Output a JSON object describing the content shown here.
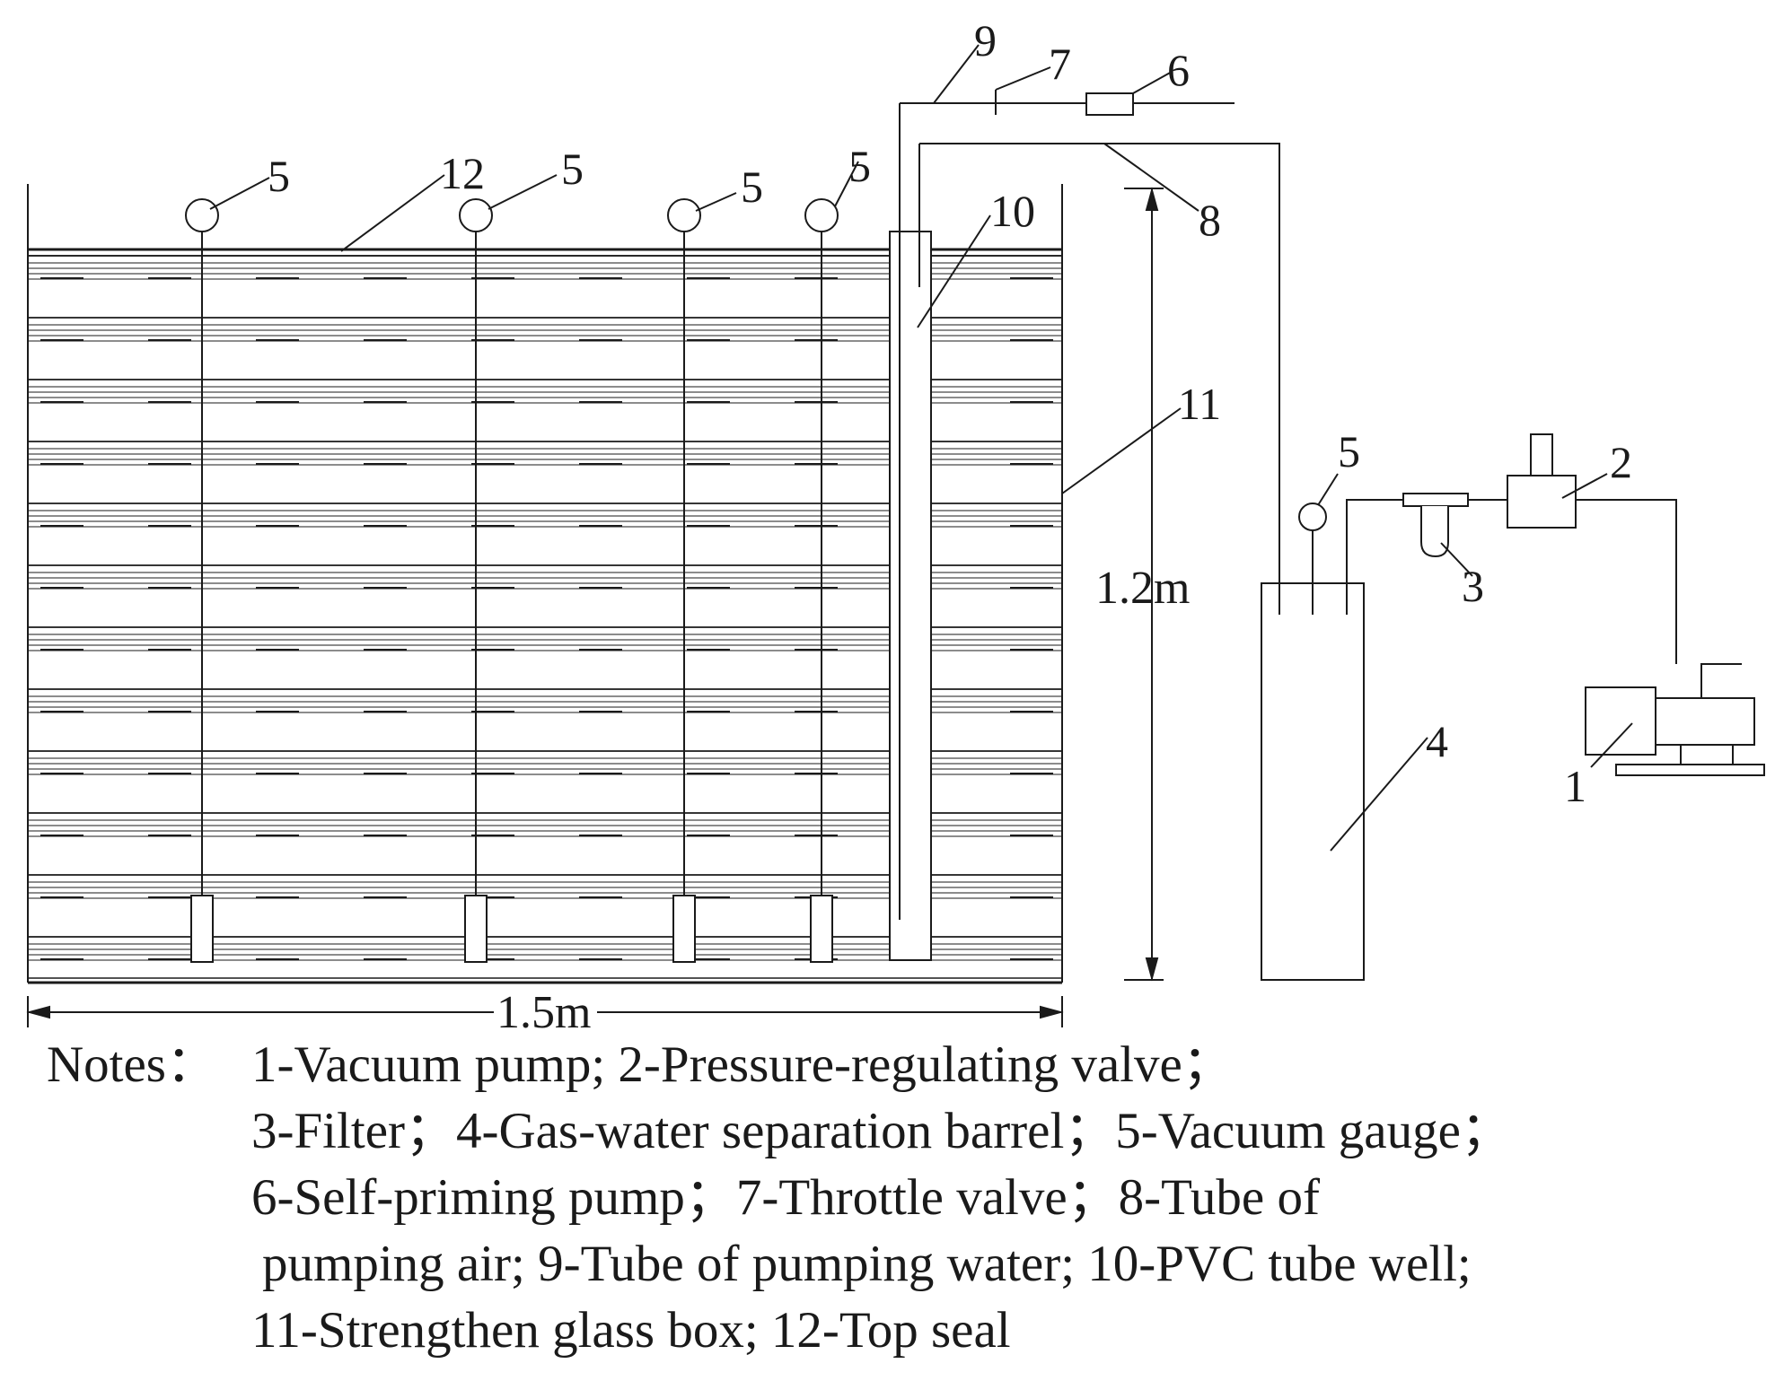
{
  "diagram": {
    "labels": {
      "l1": "1",
      "l2": "2",
      "l3": "3",
      "l4": "4",
      "l5a": "5",
      "l5b": "5",
      "l5c": "5",
      "l5d": "5",
      "l5e": "5",
      "l6": "6",
      "l7": "7",
      "l8": "8",
      "l9": "9",
      "l10": "10",
      "l11": "11",
      "l12": "12"
    },
    "dims": {
      "height": "1.2m",
      "width": "1.5m"
    }
  },
  "notes": {
    "heading": "Notes：",
    "lines": [
      "1-Vacuum pump; 2-Pressure-regulating valve；",
      "3-Filter；4-Gas-water separation barrel；5-Vacuum gauge；",
      "6-Self-priming pump；7-Throttle valve；8-Tube of",
      "pumping air; 9-Tube of pumping water; 10-PVC tube well;",
      "11-Strengthen glass box; 12-Top seal"
    ]
  }
}
